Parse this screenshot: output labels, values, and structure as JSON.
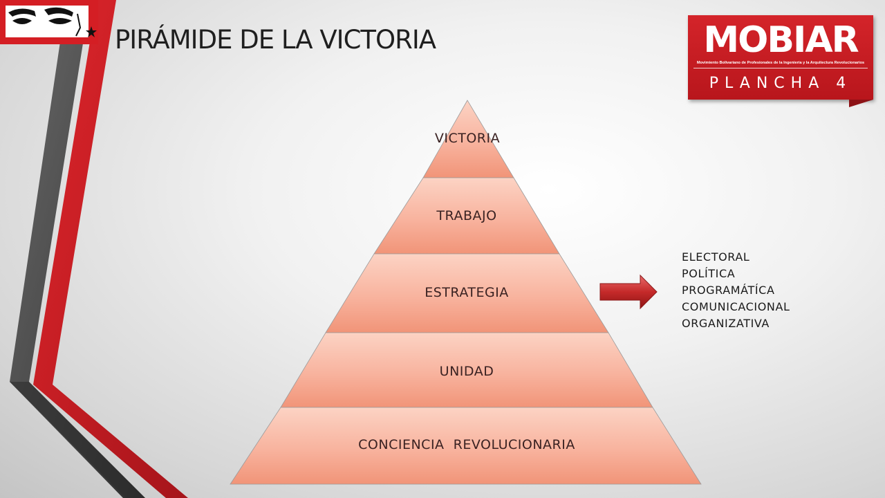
{
  "slide": {
    "title": "PIRÁMIDE DE LA VICTORIA"
  },
  "logo": {
    "word": "MOBIAR",
    "subtitle": "Movimiento Bolivariano de Profesionales de la Ingeniería y la Arquitectura Revolucionarios",
    "plancha": "PLANCHA 4"
  },
  "pyramid": {
    "tiers": [
      {
        "label": "VICTORIA"
      },
      {
        "label": "TRABAJO"
      },
      {
        "label": "ESTRATEGIA"
      },
      {
        "label": "UNIDAD"
      },
      {
        "label": "CONCIENCIA  REVOLUCIONARIA"
      }
    ]
  },
  "aspects": [
    "ELECTORAL",
    "POLÍTICA",
    "PROGRAMÁTÍCA",
    "COMUNICACIONAL",
    "ORGANIZATIVA"
  ],
  "colors": {
    "accent_red": "#d41e24",
    "tier_light": "#fcd0c0",
    "tier_dark": "#f19478",
    "stripe_gray": "#4a4a4a"
  },
  "icons": {
    "badge": "eyes-icon",
    "arrow": "right-arrow-icon"
  }
}
